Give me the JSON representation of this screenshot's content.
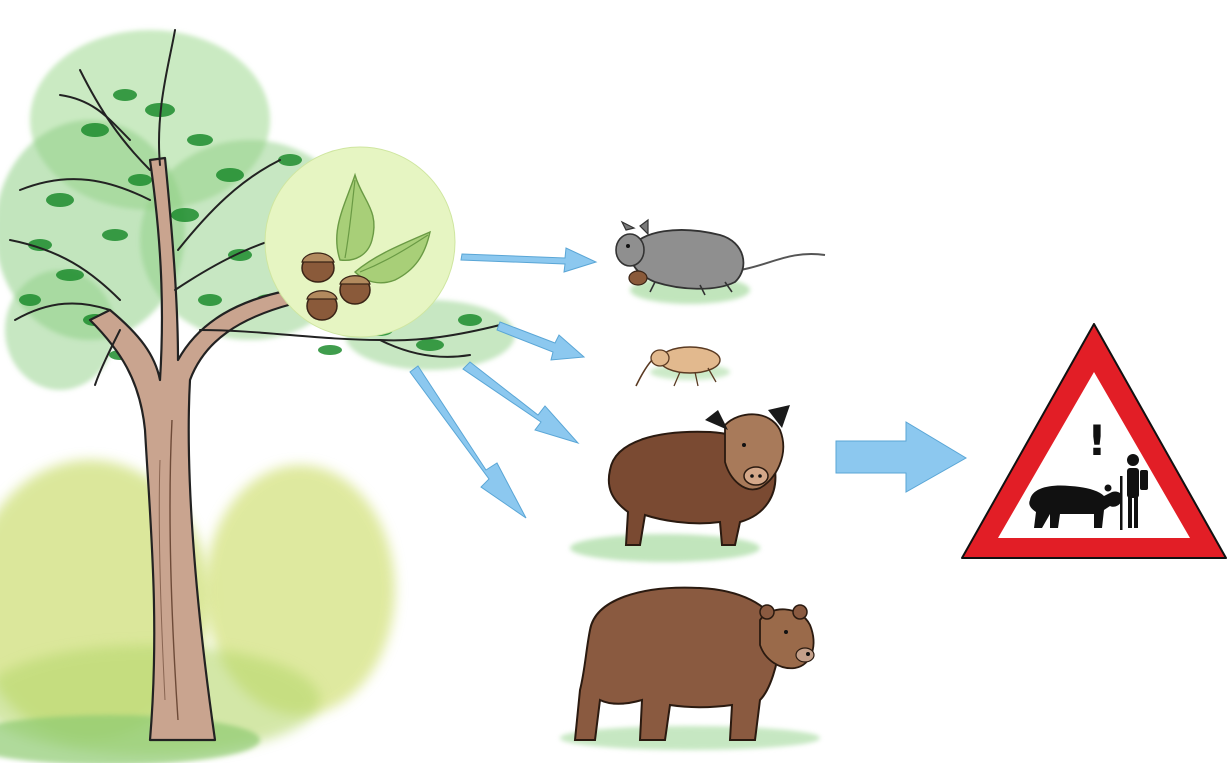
{
  "colors": {
    "background": "#ffffff",
    "arrow": "#8cc8ef",
    "foliage_dark": "#1e8c2e",
    "foliage_light": "#7cc67a",
    "bush": "#cfe07a",
    "trunk": "#c9a48f",
    "acorn_circle": "#e6f5c2",
    "oak_leaf": "#a8cf78",
    "acorn": "#8a5a3a",
    "mouse": "#8f8f8f",
    "weevil": "#e2b98e",
    "boar": "#7a4a32",
    "bear": "#8a5a40",
    "sign_red": "#e21e26",
    "sign_inner": "#ffffff",
    "pictogram": "#111111"
  },
  "illustration": {
    "source": {
      "icon": "oak-tree"
    },
    "food": {
      "icon": "acorns-and-oak-leaves"
    },
    "consumers": [
      {
        "icon": "mouse-eating-acorn"
      },
      {
        "icon": "acorn-weevil"
      },
      {
        "icon": "wild-boar"
      },
      {
        "icon": "brown-bear"
      }
    ],
    "outcome": {
      "icon": "warning-sign-bear-and-hiker",
      "glyph": "!"
    }
  }
}
